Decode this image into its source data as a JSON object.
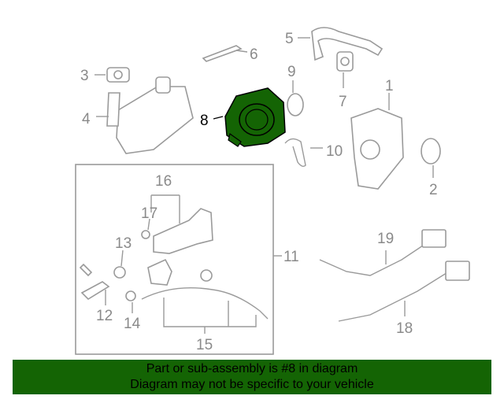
{
  "callouts": {
    "c1": "1",
    "c2": "2",
    "c3": "3",
    "c4": "4",
    "c5": "5",
    "c6": "6",
    "c7": "7",
    "c8": "8",
    "c9": "9",
    "c10": "10",
    "c11": "11",
    "c12": "12",
    "c13": "13",
    "c14": "14",
    "c15": "15",
    "c16": "16",
    "c17": "17",
    "c18": "18",
    "c19": "19"
  },
  "highlight_color": "#146404",
  "banner": {
    "line1": "Part or sub-assembly is #8 in diagram",
    "line2": "Diagram may not be specific to your vehicle"
  }
}
